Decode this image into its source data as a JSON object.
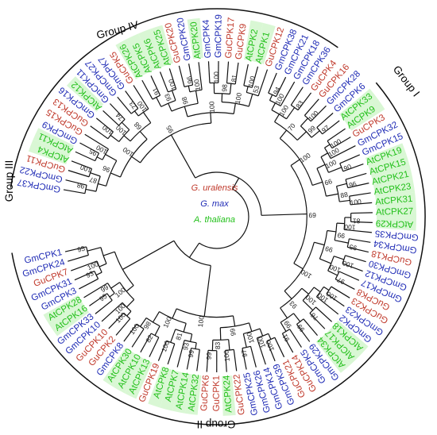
{
  "colors": {
    "guralensis": "#c0392b",
    "gmax": "#1f2bb5",
    "athaliana": "#22c01a",
    "athaliana_highlight": "#d9f7d4",
    "lines": "#111111"
  },
  "legend": {
    "guralensis": "G. uralensis",
    "gmax": "G. max",
    "athaliana": "A. thaliana"
  },
  "groups": [
    {
      "id": "I",
      "label": "Group I"
    },
    {
      "id": "II",
      "label": "Group II"
    },
    {
      "id": "III",
      "label": "Group III"
    },
    {
      "id": "IV",
      "label": "Group IV"
    }
  ],
  "leaves": [
    {
      "label": "GmCPK37",
      "species": "gmax"
    },
    {
      "label": "GmCPK22",
      "species": "gmax"
    },
    {
      "label": "GuCPK11",
      "species": "guralensis"
    },
    {
      "label": "AtCPK4",
      "species": "athaliana"
    },
    {
      "label": "AtCPK11",
      "species": "athaliana"
    },
    {
      "label": "GmCPK9",
      "species": "gmax"
    },
    {
      "label": "GuCPK15",
      "species": "guralensis"
    },
    {
      "label": "GuCPK13",
      "species": "guralensis"
    },
    {
      "label": "GmCPK16",
      "species": "gmax"
    },
    {
      "label": "AtCPK12",
      "species": "athaliana"
    },
    {
      "label": "GmCPK11",
      "species": "gmax"
    },
    {
      "label": "GmCPK27",
      "species": "gmax"
    },
    {
      "label": "GmCPK7",
      "species": "gmax"
    },
    {
      "label": "GuCPK5",
      "species": "guralensis"
    },
    {
      "label": "AtCPK26",
      "species": "athaliana"
    },
    {
      "label": "AtCPK5",
      "species": "athaliana"
    },
    {
      "label": "AtCPK6",
      "species": "athaliana"
    },
    {
      "label": "AtCPK25",
      "species": "athaliana"
    },
    {
      "label": "GuCPK20",
      "species": "guralensis"
    },
    {
      "label": "GmCPK20",
      "species": "gmax"
    },
    {
      "label": "AtCPK20",
      "species": "athaliana"
    },
    {
      "label": "GmCPK4",
      "species": "gmax"
    },
    {
      "label": "GmCPK19",
      "species": "gmax"
    },
    {
      "label": "GuCPK17",
      "species": "guralensis"
    },
    {
      "label": "GuCPK9",
      "species": "guralensis"
    },
    {
      "label": "AtCPK2",
      "species": "athaliana"
    },
    {
      "label": "AtCPK1",
      "species": "athaliana"
    },
    {
      "label": "GuCPK12",
      "species": "guralensis"
    },
    {
      "label": "GmCPK38",
      "species": "gmax"
    },
    {
      "label": "GmCPK21",
      "species": "gmax"
    },
    {
      "label": "GmCPK18",
      "species": "gmax"
    },
    {
      "label": "GmCPK36",
      "species": "gmax"
    },
    {
      "label": "GuCPK4",
      "species": "guralensis"
    },
    {
      "label": "GuCPK16",
      "species": "guralensis"
    },
    {
      "label": "GmCPK28",
      "species": "gmax"
    },
    {
      "label": "GmCPK6",
      "species": "gmax"
    },
    {
      "label": "AtCPK33",
      "species": "athaliana"
    },
    {
      "label": "AtCPK9",
      "species": "athaliana"
    },
    {
      "label": "GuCPK3",
      "species": "guralensis"
    },
    {
      "label": "GmCPK32",
      "species": "gmax"
    },
    {
      "label": "GmCPK15",
      "species": "gmax"
    },
    {
      "label": "AtCPK19",
      "species": "athaliana"
    },
    {
      "label": "AtCPK15",
      "species": "athaliana"
    },
    {
      "label": "AtCPK21",
      "species": "athaliana"
    },
    {
      "label": "AtCPK23",
      "species": "athaliana"
    },
    {
      "label": "AtCPK31",
      "species": "athaliana"
    },
    {
      "label": "AtCPK27",
      "species": "athaliana"
    },
    {
      "label": "AtCPK29",
      "species": "athaliana"
    },
    {
      "label": "GmCPK35",
      "species": "gmax"
    },
    {
      "label": "GmCPK34",
      "species": "gmax"
    },
    {
      "label": "GuCPK18",
      "species": "guralensis"
    },
    {
      "label": "GmCPK30",
      "species": "gmax"
    },
    {
      "label": "GmCPK12",
      "species": "gmax"
    },
    {
      "label": "GmCPK17",
      "species": "gmax"
    },
    {
      "label": "GuCPK8",
      "species": "guralensis"
    },
    {
      "label": "GuCPK23",
      "species": "guralensis"
    },
    {
      "label": "GmCPK23",
      "species": "gmax"
    },
    {
      "label": "GmCPK2",
      "species": "gmax"
    },
    {
      "label": "AtCPK18",
      "species": "athaliana"
    },
    {
      "label": "AtCPK17",
      "species": "athaliana"
    },
    {
      "label": "AtCPK34",
      "species": "athaliana"
    },
    {
      "label": "GmCPK29",
      "species": "gmax"
    },
    {
      "label": "GmCPK5",
      "species": "gmax"
    },
    {
      "label": "GuCPK14",
      "species": "guralensis"
    },
    {
      "label": "GuCPK21",
      "species": "guralensis"
    },
    {
      "label": "GmCPK39",
      "species": "gmax"
    },
    {
      "label": "GmCPK14",
      "species": "gmax"
    },
    {
      "label": "GmCPK26",
      "species": "gmax"
    },
    {
      "label": "GmCPK25",
      "species": "gmax"
    },
    {
      "label": "GuCPK22",
      "species": "guralensis"
    },
    {
      "label": "AtCPK24",
      "species": "athaliana"
    },
    {
      "label": "GuCPK1",
      "species": "guralensis"
    },
    {
      "label": "GuCPK6",
      "species": "guralensis"
    },
    {
      "label": "AtCPK32",
      "species": "athaliana"
    },
    {
      "label": "AtCPK14",
      "species": "athaliana"
    },
    {
      "label": "AtCPK7",
      "species": "athaliana"
    },
    {
      "label": "AtCPK8",
      "species": "athaliana"
    },
    {
      "label": "GuCPK19",
      "species": "guralensis"
    },
    {
      "label": "AtCPK13",
      "species": "athaliana"
    },
    {
      "label": "AtCPK10",
      "species": "athaliana"
    },
    {
      "label": "AtCPK30",
      "species": "athaliana"
    },
    {
      "label": "GmCPK8",
      "species": "gmax"
    },
    {
      "label": "GuCPK2",
      "species": "guralensis"
    },
    {
      "label": "GuCPK10",
      "species": "guralensis"
    },
    {
      "label": "GmCPK10",
      "species": "gmax"
    },
    {
      "label": "GmCPK33",
      "species": "gmax"
    },
    {
      "label": "AtCPK16",
      "species": "athaliana"
    },
    {
      "label": "AtCPK28",
      "species": "athaliana"
    },
    {
      "label": "GmCPK3",
      "species": "gmax"
    },
    {
      "label": "GmCPK31",
      "species": "gmax"
    },
    {
      "label": "GuCPK7",
      "species": "guralensis"
    },
    {
      "label": "GmCPK24",
      "species": "gmax"
    },
    {
      "label": "GmCPK1",
      "species": "gmax"
    }
  ],
  "bootstrap_values": [
    "98",
    "100",
    "87",
    "95",
    "100",
    "96",
    "100",
    "74",
    "100",
    "73",
    "100",
    "68",
    "100",
    "91",
    "100",
    "93",
    "96",
    "100",
    "98",
    "100",
    "81",
    "98",
    "100",
    "53",
    "100",
    "100",
    "95",
    "94",
    "100",
    "83",
    "100",
    "100",
    "97",
    "99",
    "70",
    "100",
    "100",
    "90",
    "100",
    "96",
    "100",
    "88",
    "66",
    "100",
    "81",
    "100",
    "95",
    "99",
    "100",
    "97",
    "100",
    "99",
    "100",
    "100",
    "76",
    "100",
    "99",
    "91",
    "99",
    "93",
    "100",
    "69",
    "100",
    "100",
    "97",
    "100",
    "100",
    "99",
    "83",
    "99",
    "99",
    "93",
    "100",
    "81",
    "82",
    "100",
    "98",
    "100",
    "100",
    "100",
    "100",
    "95",
    "99",
    "100",
    "93",
    "100",
    "95"
  ]
}
